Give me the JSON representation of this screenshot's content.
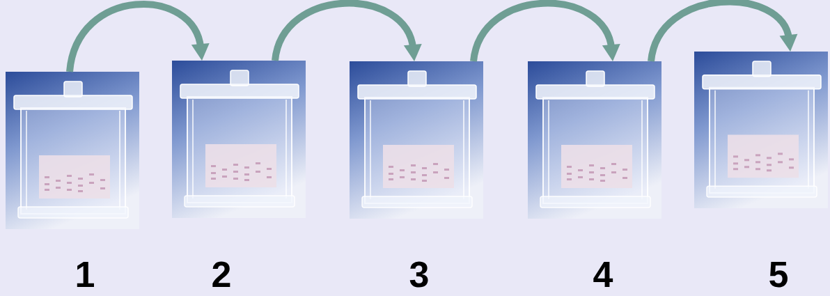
{
  "diagram": {
    "nodes": [
      {
        "text": [
          "1"
        ]
      },
      {
        "text": [
          "2"
        ]
      },
      {
        "text": [
          "3"
        ]
      },
      {
        "text": [
          "4"
        ]
      },
      {
        "text": [
          "5"
        ]
      }
    ],
    "edges": [
      {
        "from": 0,
        "to": 1,
        "arrow": "to"
      },
      {
        "from": 1,
        "to": 2,
        "arrow": "to"
      },
      {
        "from": 2,
        "to": 3,
        "arrow": "to"
      },
      {
        "from": 3,
        "to": 4,
        "arrow": "to"
      }
    ]
  }
}
